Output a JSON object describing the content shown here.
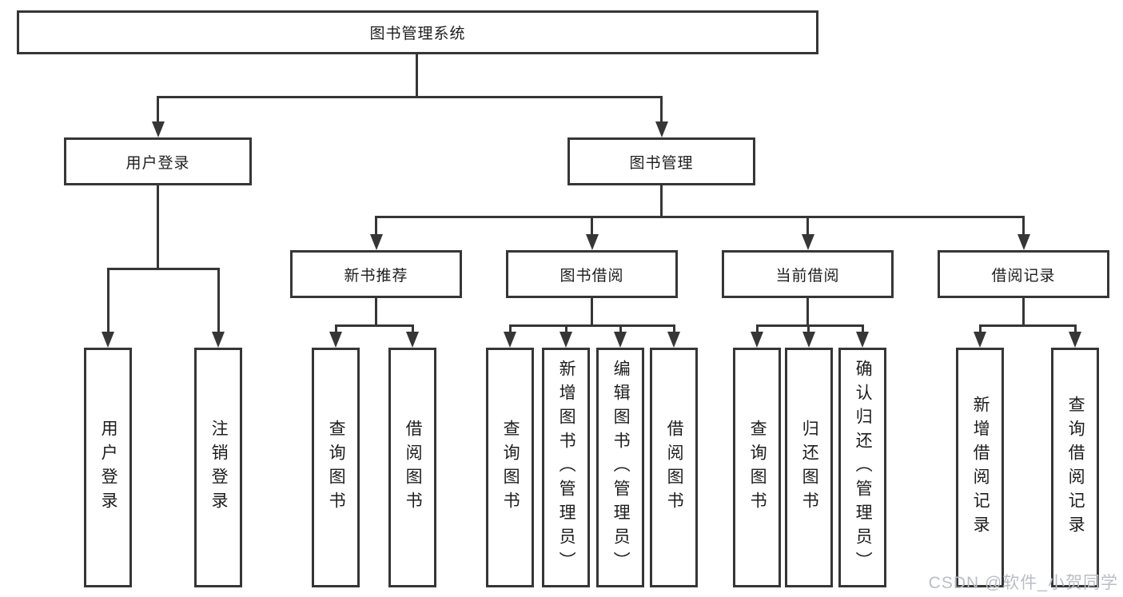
{
  "nodes": {
    "root": {
      "label": "图书管理系统"
    },
    "level2": [
      {
        "label": "用户登录"
      },
      {
        "label": "图书管理"
      }
    ],
    "level3": [
      {
        "label": "新书推荐"
      },
      {
        "label": "图书借阅"
      },
      {
        "label": "当前借阅"
      },
      {
        "label": "借阅记录"
      }
    ],
    "leaves": [
      {
        "label": "用户登录"
      },
      {
        "label": "注销登录"
      },
      {
        "label": "查询图书"
      },
      {
        "label": "借阅图书"
      },
      {
        "label": "查询图书"
      },
      {
        "label": "新增图书（管理员）"
      },
      {
        "label": "编辑图书（管理员）"
      },
      {
        "label": "借阅图书"
      },
      {
        "label": "查询图书"
      },
      {
        "label": "归还图书"
      },
      {
        "label": "确认归还（管理员）"
      },
      {
        "label": "新增借阅记录"
      },
      {
        "label": "查询借阅记录"
      }
    ]
  },
  "watermark": {
    "text": "CSDN @软件_小贺同学"
  },
  "colors": {
    "line": "#363636",
    "text": "#1d1d1d",
    "watermark": "#b9bec5",
    "background": "#ffffff"
  }
}
